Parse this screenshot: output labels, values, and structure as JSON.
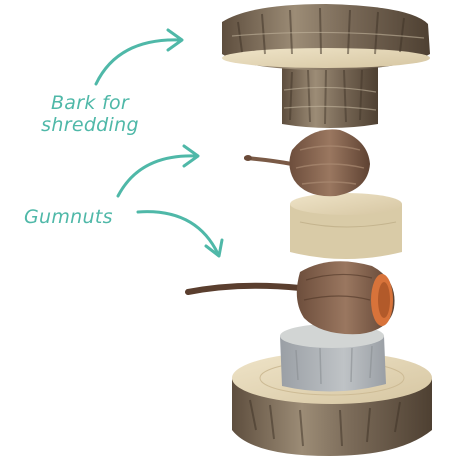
{
  "annotations": {
    "bark_line1": "Bark for",
    "bark_line2": "shredding",
    "gumnuts": "Gumnuts"
  },
  "colors": {
    "annotation": "#4fb8a8",
    "bark_dark": "#6b5a48",
    "bark_light": "#a89882",
    "wood_cut": "#e6d9bd",
    "gumnut": "#8a6a55",
    "gumnut_opening": "#d8733a",
    "background": "#ffffff"
  }
}
